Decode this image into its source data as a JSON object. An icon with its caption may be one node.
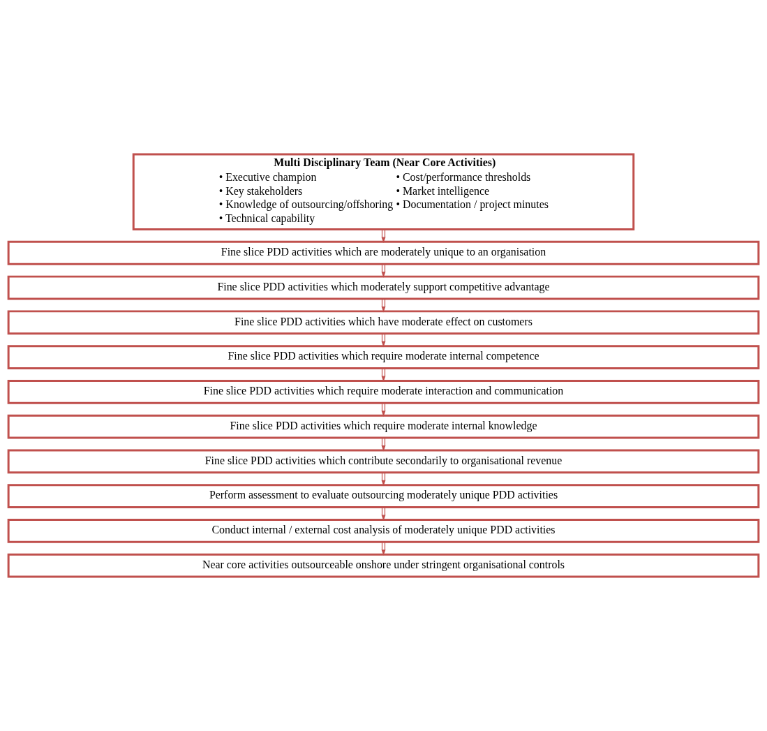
{
  "diagram": {
    "nodes": [
      {
        "text": [
          "Multi Disciplinary Team (Near Core Activities)",
          "• Executive champion",
          "• Cost/performance thresholds",
          "• Key stakeholders",
          "• Market intelligence",
          "• Knowledge of outsourcing/offshoring",
          "• Documentation / project minutes",
          "• Technical capability"
        ]
      },
      {
        "text": [
          "Fine slice PDD activities which are moderately unique to an organisation"
        ]
      },
      {
        "text": [
          "Fine slice PDD activities which moderately support competitive advantage"
        ]
      },
      {
        "text": [
          "Fine slice PDD activities which have moderate effect on customers"
        ]
      },
      {
        "text": [
          "Fine slice PDD activities which require moderate internal competence"
        ]
      },
      {
        "text": [
          "Fine slice PDD activities which require moderate interaction and communication"
        ]
      },
      {
        "text": [
          "Fine slice PDD activities which require moderate internal knowledge"
        ]
      },
      {
        "text": [
          "Fine slice PDD activities which contribute secondarily to organisational revenue"
        ]
      },
      {
        "text": [
          "Perform assessment to evaluate outsourcing moderately unique PDD activities"
        ]
      },
      {
        "text": [
          "Conduct internal / external cost analysis of moderately unique PDD activities"
        ]
      },
      {
        "text": [
          "Near core activities outsourceable onshore under stringent organisational controls"
        ]
      }
    ],
    "edges": [
      {
        "from": 0,
        "to": 1,
        "arrow": "to"
      },
      {
        "from": 1,
        "to": 2,
        "arrow": "to"
      },
      {
        "from": 2,
        "to": 3,
        "arrow": "to"
      },
      {
        "from": 3,
        "to": 4,
        "arrow": "to"
      },
      {
        "from": 4,
        "to": 5,
        "arrow": "to"
      },
      {
        "from": 5,
        "to": 6,
        "arrow": "to"
      },
      {
        "from": 6,
        "to": 7,
        "arrow": "to"
      },
      {
        "from": 7,
        "to": 8,
        "arrow": "to"
      },
      {
        "from": 8,
        "to": 9,
        "arrow": "to"
      },
      {
        "from": 9,
        "to": 10,
        "arrow": "to"
      }
    ]
  }
}
